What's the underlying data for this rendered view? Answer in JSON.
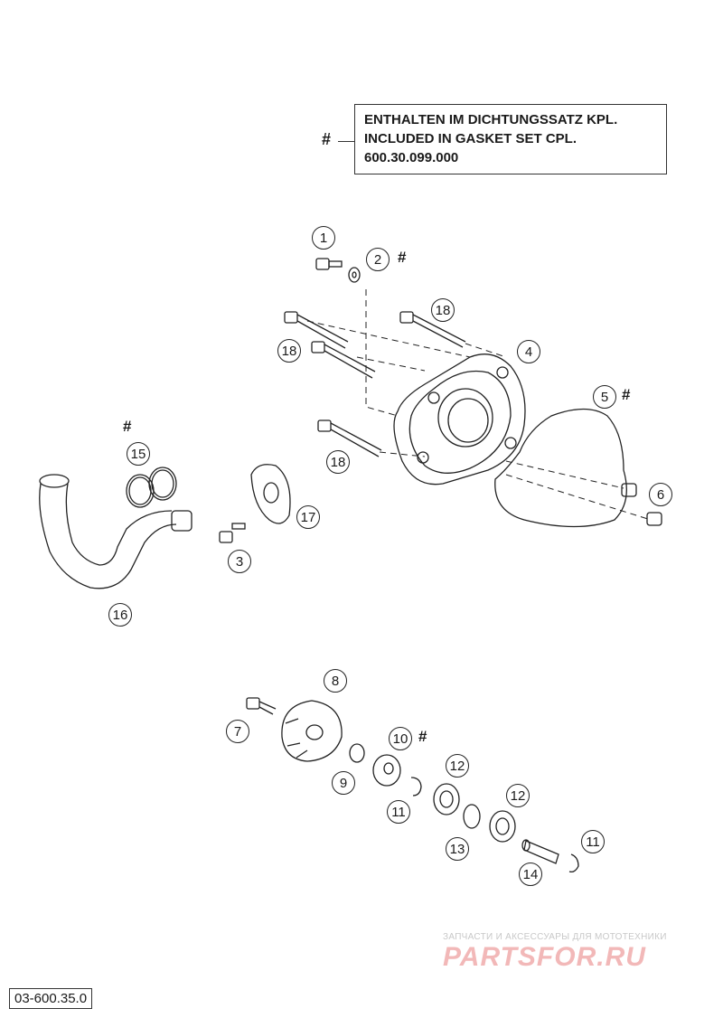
{
  "legend": {
    "symbol": "#",
    "lines": [
      "ENTHALTEN IM DICHTUNGSSATZ KPL.",
      "INCLUDED IN GASKET SET CPL.",
      "600.30.099.000"
    ]
  },
  "callouts": [
    "1",
    "2",
    "3",
    "4",
    "5",
    "6",
    "7",
    "8",
    "9",
    "10",
    "11",
    "11",
    "12",
    "12",
    "13",
    "14",
    "15",
    "16",
    "17",
    "18",
    "18",
    "18"
  ],
  "document_code": "03-600.35.0",
  "watermark": {
    "tagline": "ЗАПЧАСТИ И АКСЕССУАРЫ ДЛЯ МОТОТЕХНИКИ",
    "brand": "PARTSFOR.RU"
  },
  "colors": {
    "line": "#222222",
    "watermark": "#f2b8b8"
  }
}
